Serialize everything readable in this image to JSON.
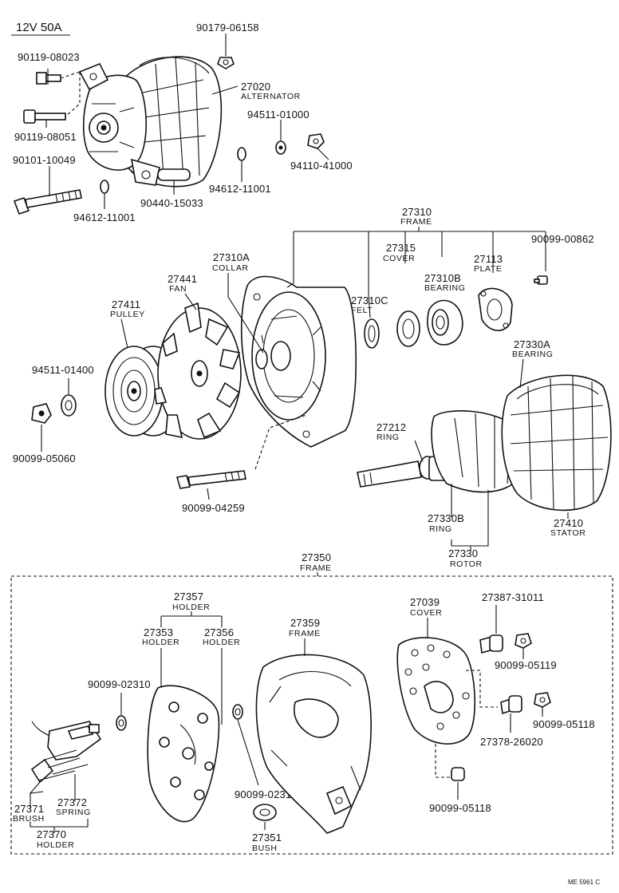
{
  "diagram": {
    "spec": "12V 50A",
    "footer_code": "ME 5961 C",
    "labels": {
      "bolt_90179_06158": "90179-06158",
      "bolt_90119_08023": "90119-08023",
      "alternator_num": "27020",
      "alternator_name": "ALTERNATOR",
      "bolt_90119_08051": "90119-08051",
      "washer_94511_01000": "94511-01000",
      "bolt_90101_10049": "90101-10049",
      "nut_94110_41000": "94110-41000",
      "washer_94612_11001_a": "94612-11001",
      "collar_90440_15033": "90440-15033",
      "washer_94612_11001_b": "94612-11001",
      "frame_num": "27310",
      "frame_name": "FRAME",
      "screw_90099_00862": "90099-00862",
      "cover_num": "27315",
      "cover_name": "COVER",
      "collar_num": "27310A",
      "collar_name": "COLLAR",
      "bearing_b_num": "27310B",
      "bearing_b_name": "BEARING",
      "plate_num": "27113",
      "plate_name": "PLATE",
      "fan_num": "27441",
      "fan_name": "FAN",
      "felt_num": "27310C",
      "felt_name": "FELT",
      "pulley_num": "27411",
      "pulley_name": "PULLEY",
      "bearing_a_num": "27330A",
      "bearing_a_name": "BEARING",
      "washer_94511_01400": "94511-01400",
      "ring_num": "27212",
      "ring_name": "RING",
      "nut_90099_05060": "90099-05060",
      "bolt_90099_04259": "90099-04259",
      "ring_b_num": "27330B",
      "ring_b_name": "RING",
      "stator_num": "27410",
      "stator_name": "STATOR",
      "rotor_num": "27330",
      "rotor_name": "ROTOR",
      "rear_frame_num": "27350",
      "rear_frame_name": "FRAME",
      "holder_num": "27357",
      "holder_name": "HOLDER",
      "rect_cover_num": "27039",
      "rect_cover_name": "COVER",
      "insulator_27387": "27387-31011",
      "holder_27353_num": "27353",
      "holder_27353_name": "HOLDER",
      "holder_27356_num": "27356",
      "holder_27356_name": "HOLDER",
      "frame_27359_num": "27359",
      "frame_27359_name": "FRAME",
      "nut_90099_05119": "90099-05119",
      "washer_90099_02310_a": "90099-02310",
      "nut_90099_05118_a": "90099-05118",
      "insulator_27378": "27378-26020",
      "washer_90099_02310_b": "90099-02310",
      "brush_num": "27371",
      "brush_name": "BRUSH",
      "spring_num": "27372",
      "spring_name": "SPRING",
      "nut_90099_05118_b": "90099-05118",
      "bush_num": "27351",
      "bush_name": "BUSH",
      "brush_holder_num": "27370",
      "brush_holder_name": "HOLDER"
    }
  }
}
